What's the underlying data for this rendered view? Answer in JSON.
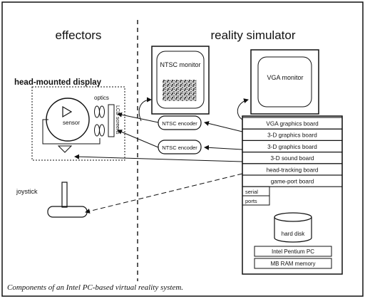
{
  "diagram": {
    "sections": {
      "left": "effectors",
      "right": "reality simulator"
    },
    "hmd_label": "head-mounted display",
    "optics_label": "optics",
    "lcd_label": "LCD screens",
    "sensor_label": "sensor",
    "joystick_label": "joystick",
    "ntsc_monitor": "NTSC monitor",
    "vga_monitor": "VGA monitor",
    "encoders": [
      "NTSC encoder",
      "NTSC encoder"
    ],
    "boards": [
      "VGA graphics board",
      "3-D graphics board",
      "3-D graphics board",
      "3-D sound board",
      "head-tracking board",
      "game-port board"
    ],
    "ports": [
      "serial",
      "ports"
    ],
    "hard_disk": "hard disk",
    "pc_labels": [
      "Intel Pentium PC",
      "MB RAM memory"
    ]
  },
  "caption": "Components of an Intel PC-based virtual reality system."
}
